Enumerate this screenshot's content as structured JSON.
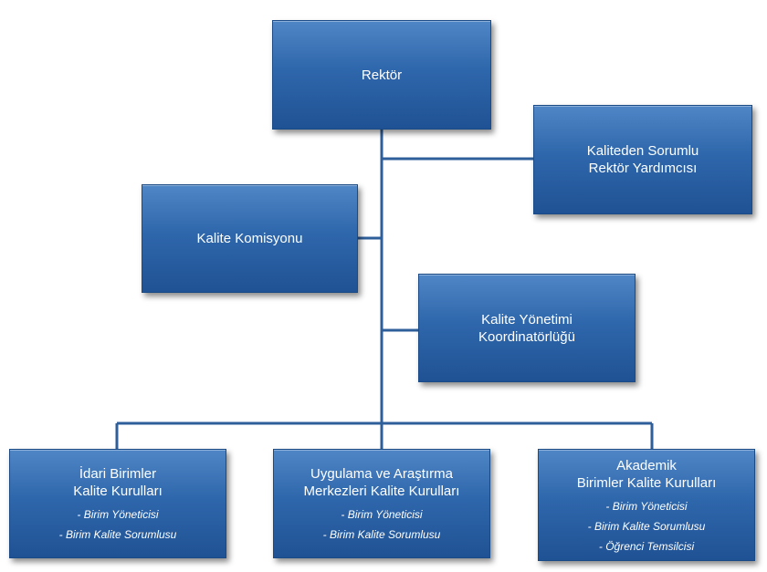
{
  "diagram": {
    "rektor": "Rektör",
    "vice_rector": {
      "line1": "Kaliteden Sorumlu",
      "line2": "Rektör Yardımcısı"
    },
    "commission": "Kalite Komisyonu",
    "coordinator": {
      "line1": "Kalite Yönetimi",
      "line2": "Koordinatörlüğü"
    },
    "admin_units": {
      "line1": "İdari Birimler",
      "line2": "Kalite Kurulları",
      "items": [
        "- Birim Yöneticisi",
        "- Birim Kalite Sorumlusu"
      ]
    },
    "research_centers": {
      "line1": "Uygulama ve Araştırma",
      "line2": "Merkezleri Kalite Kurulları",
      "items": [
        "- Birim Yöneticisi",
        "- Birim Kalite Sorumlusu"
      ]
    },
    "academic_units": {
      "line1": "Akademik",
      "line2": "Birimler Kalite Kurulları",
      "items": [
        "- Birim Yöneticisi",
        "- Birim Kalite Sorumlusu",
        "- Öğrenci Temsilcisi"
      ]
    }
  },
  "colors": {
    "box": "#2f67ac",
    "line": "#2f5f9a"
  }
}
